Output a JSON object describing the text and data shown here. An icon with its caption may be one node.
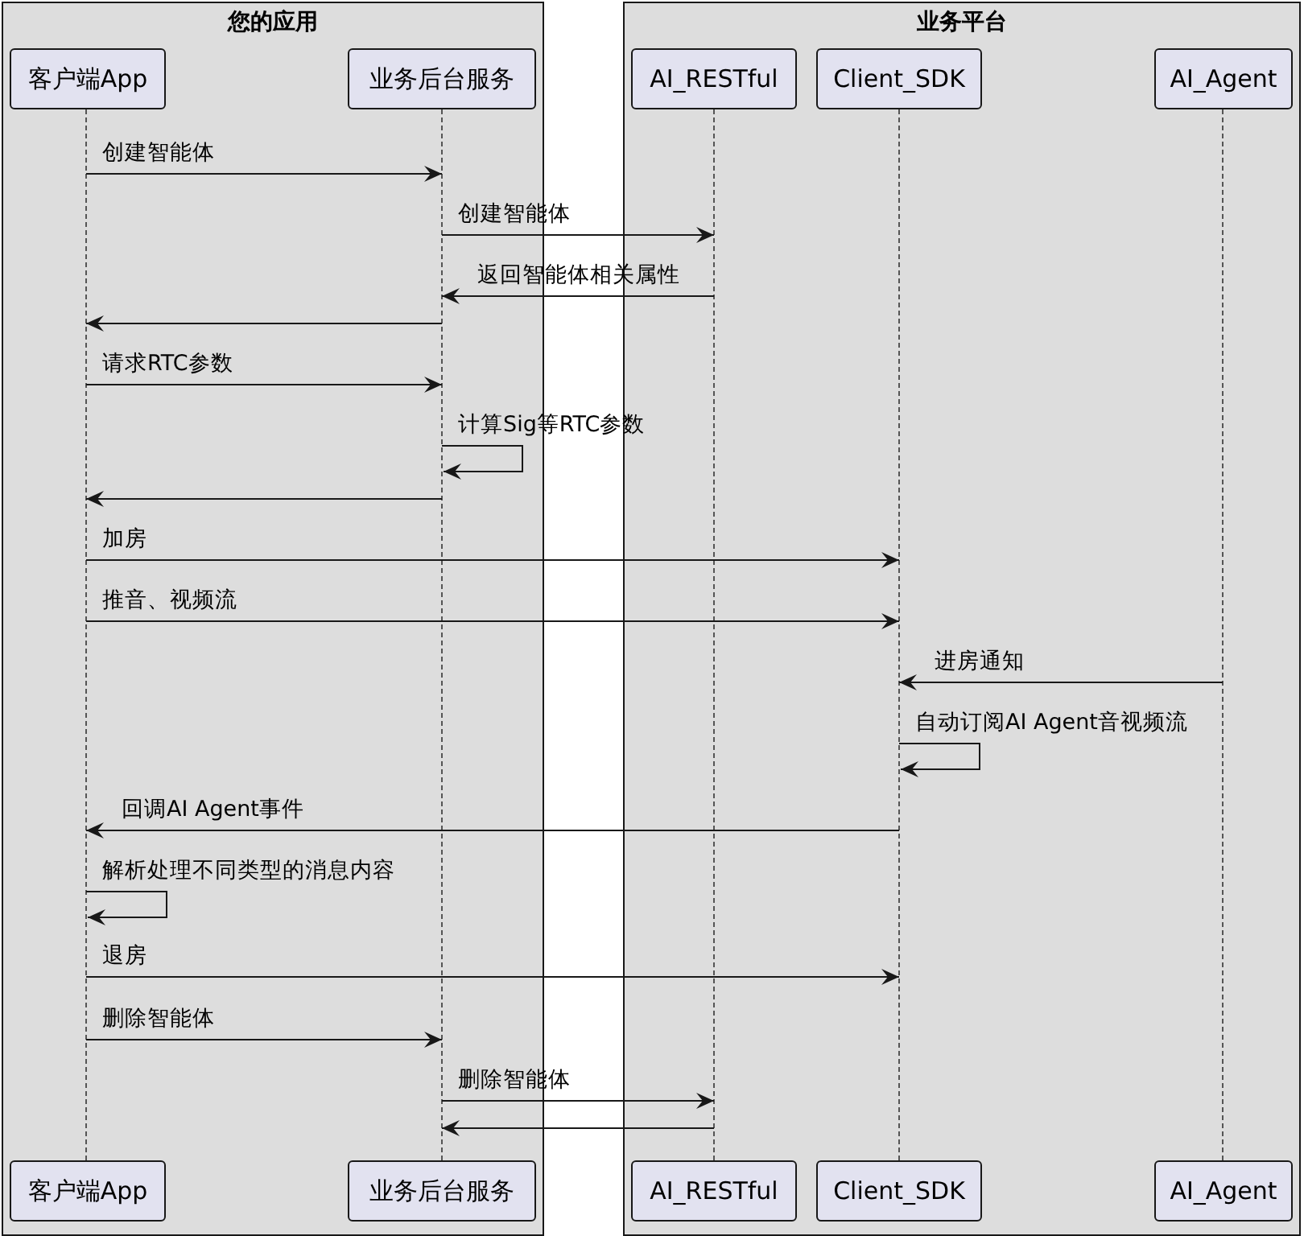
{
  "diagram": {
    "nodes": [
      {
        "text": [
          "您的应用"
        ]
      },
      {
        "text": [
          "业务平台"
        ]
      },
      {
        "text": [
          "客户端App"
        ],
        "in": 0
      },
      {
        "text": [
          "业务后台服务"
        ],
        "in": 0
      },
      {
        "text": [
          "AI_RESTful"
        ],
        "in": 1
      },
      {
        "text": [
          "Client_SDK"
        ],
        "in": 1
      },
      {
        "text": [
          "AI_Agent"
        ],
        "in": 1
      },
      {
        "text": [],
        "shape": "line",
        "in": 0
      },
      {
        "text": [],
        "shape": "line",
        "in": 0
      },
      {
        "text": [],
        "shape": "line",
        "in": 1
      },
      {
        "text": [],
        "shape": "line",
        "in": 1
      },
      {
        "text": [],
        "shape": "line",
        "in": 1
      },
      {
        "text": [
          "客户端App"
        ],
        "in": 0
      },
      {
        "text": [
          "业务后台服务"
        ],
        "in": 0
      },
      {
        "text": [
          "AI_RESTful"
        ],
        "in": 1
      },
      {
        "text": [
          "Client_SDK"
        ],
        "in": 1
      },
      {
        "text": [
          "AI_Agent"
        ],
        "in": 1
      }
    ],
    "edges": [
      {
        "from": 7,
        "to": 8,
        "arrow": "to",
        "label": "创建智能体"
      },
      {
        "from": 8,
        "to": 9,
        "arrow": "to",
        "label": "创建智能体"
      },
      {
        "from": 9,
        "to": 8,
        "arrow": "to",
        "label": "返回智能体相关属性"
      },
      {
        "from": 8,
        "to": 7,
        "arrow": "to"
      },
      {
        "from": 7,
        "to": 8,
        "arrow": "to",
        "label": "请求RTC参数"
      },
      {
        "from": 8,
        "to": 8,
        "arrow": "to",
        "label": "计算Sig等RTC参数"
      },
      {
        "from": 8,
        "to": 7,
        "arrow": "to"
      },
      {
        "from": 7,
        "to": 10,
        "arrow": "to",
        "label": "加房"
      },
      {
        "from": 7,
        "to": 10,
        "arrow": "to",
        "label": "推音、视频流"
      },
      {
        "from": 11,
        "to": 10,
        "arrow": "to",
        "label": "进房通知"
      },
      {
        "from": 10,
        "to": 10,
        "arrow": "to",
        "label": "自动订阅AI Agent音视频流"
      },
      {
        "from": 10,
        "to": 7,
        "arrow": "to",
        "label": "回调AI Agent事件"
      },
      {
        "from": 7,
        "to": 7,
        "arrow": "to",
        "label": "解析处理不同类型的消息内容"
      },
      {
        "from": 7,
        "to": 10,
        "arrow": "to",
        "label": "退房"
      },
      {
        "from": 7,
        "to": 8,
        "arrow": "to",
        "label": "删除智能体"
      },
      {
        "from": 8,
        "to": 9,
        "arrow": "to",
        "label": "删除智能体"
      },
      {
        "from": 9,
        "to": 8,
        "arrow": "to"
      }
    ]
  }
}
